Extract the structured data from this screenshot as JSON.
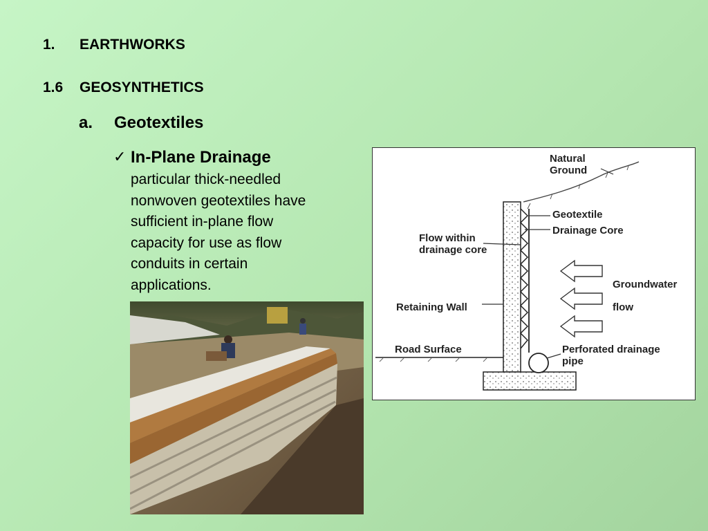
{
  "heading1": {
    "number": "1.",
    "title": "EARTHWORKS"
  },
  "heading2": {
    "number": "1.6",
    "title": "GEOSYNTHETICS"
  },
  "subheading": {
    "letter": "a.",
    "title": "Geotextiles"
  },
  "bullet": {
    "title": "In-Plane Drainage",
    "lines": [
      "particular thick-needled",
      "nonwoven geotextiles have",
      "sufficient in-plane flow",
      "capacity for use as flow",
      "conduits in certain",
      "applications."
    ]
  },
  "diagram": {
    "labels": {
      "natural_ground_1": "Natural",
      "natural_ground_2": "Ground",
      "geotextile": "Geotextile",
      "drainage_core": "Drainage Core",
      "flow_within_1": "Flow within",
      "flow_within_2": "drainage core",
      "groundwater_1": "Groundwater",
      "groundwater_2": "flow",
      "retaining_wall": "Retaining Wall",
      "road_surface": "Road Surface",
      "perforated_1": "Perforated drainage",
      "perforated_2": "pipe"
    }
  }
}
